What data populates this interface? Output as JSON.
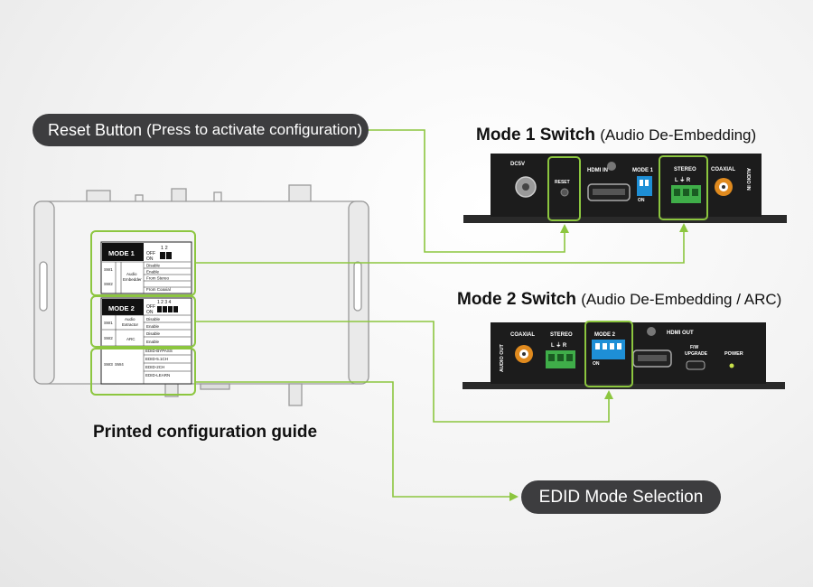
{
  "callouts": {
    "reset_main": "Reset Button",
    "reset_sub": "(Press to activate configuration)",
    "edid": "EDID Mode Selection"
  },
  "headings": {
    "mode1_title": "Mode 1 Switch",
    "mode1_sub": "(Audio De-Embedding)",
    "mode2_title": "Mode 2 Switch",
    "mode2_sub": "(Audio De-Embedding / ARC)"
  },
  "caption": "Printed configuration guide",
  "device1": {
    "dc": "DC5V",
    "reset": "RESET",
    "hdmi_in": "HDMI IN",
    "mode": "MODE 1",
    "stereo": "STEREO",
    "lr": "L ⏚ R",
    "coaxial": "COAXIAL",
    "audio_in": "AUDIO IN",
    "on": "ON"
  },
  "device2": {
    "audio_out": "AUDIO OUT",
    "coaxial": "COAXIAL",
    "stereo": "STEREO",
    "lr": "L ⏚ R",
    "mode": "MODE 2",
    "hdmi_out": "HDMI OUT",
    "fw": "F/W",
    "upgrade": "UPGRADE",
    "power": "POWER",
    "on": "ON"
  },
  "guide": {
    "mode1": {
      "label": "MODE 1",
      "numbers": "1 2",
      "off": "OFF",
      "on": "ON",
      "sw1": "SW1",
      "sw2": "SW2",
      "group_line1": "Audio",
      "group_line2": "Embedder",
      "rows": [
        "Disable",
        "Enable",
        "From Stereo",
        "From Coaxial"
      ]
    },
    "mode2": {
      "label": "MODE 2",
      "numbers": "1 2 3 4",
      "off": "OFF",
      "on": "ON",
      "sw1": "SW1",
      "sw2": "SW2",
      "sw3": "SW3",
      "sw4": "SW4",
      "group1_line1": "Audio",
      "group1_line2": "Extractor",
      "group2": "ARC",
      "rows": [
        "Disable",
        "Enable",
        "Disable",
        "Enable"
      ],
      "edid_rows": [
        "EDID-BYPASS",
        "EDID-5.1CH",
        "EDID-2CH",
        "EDID-LEARN"
      ]
    }
  },
  "colors": {
    "accent": "#8cc63f",
    "pill": "#3d3d3f",
    "device": "#1c1c1c",
    "dip_blue": "#1e8fd6",
    "terminal_green": "#3fae49",
    "coax_orange": "#e08a1e",
    "power_led": "#c8e04a"
  }
}
